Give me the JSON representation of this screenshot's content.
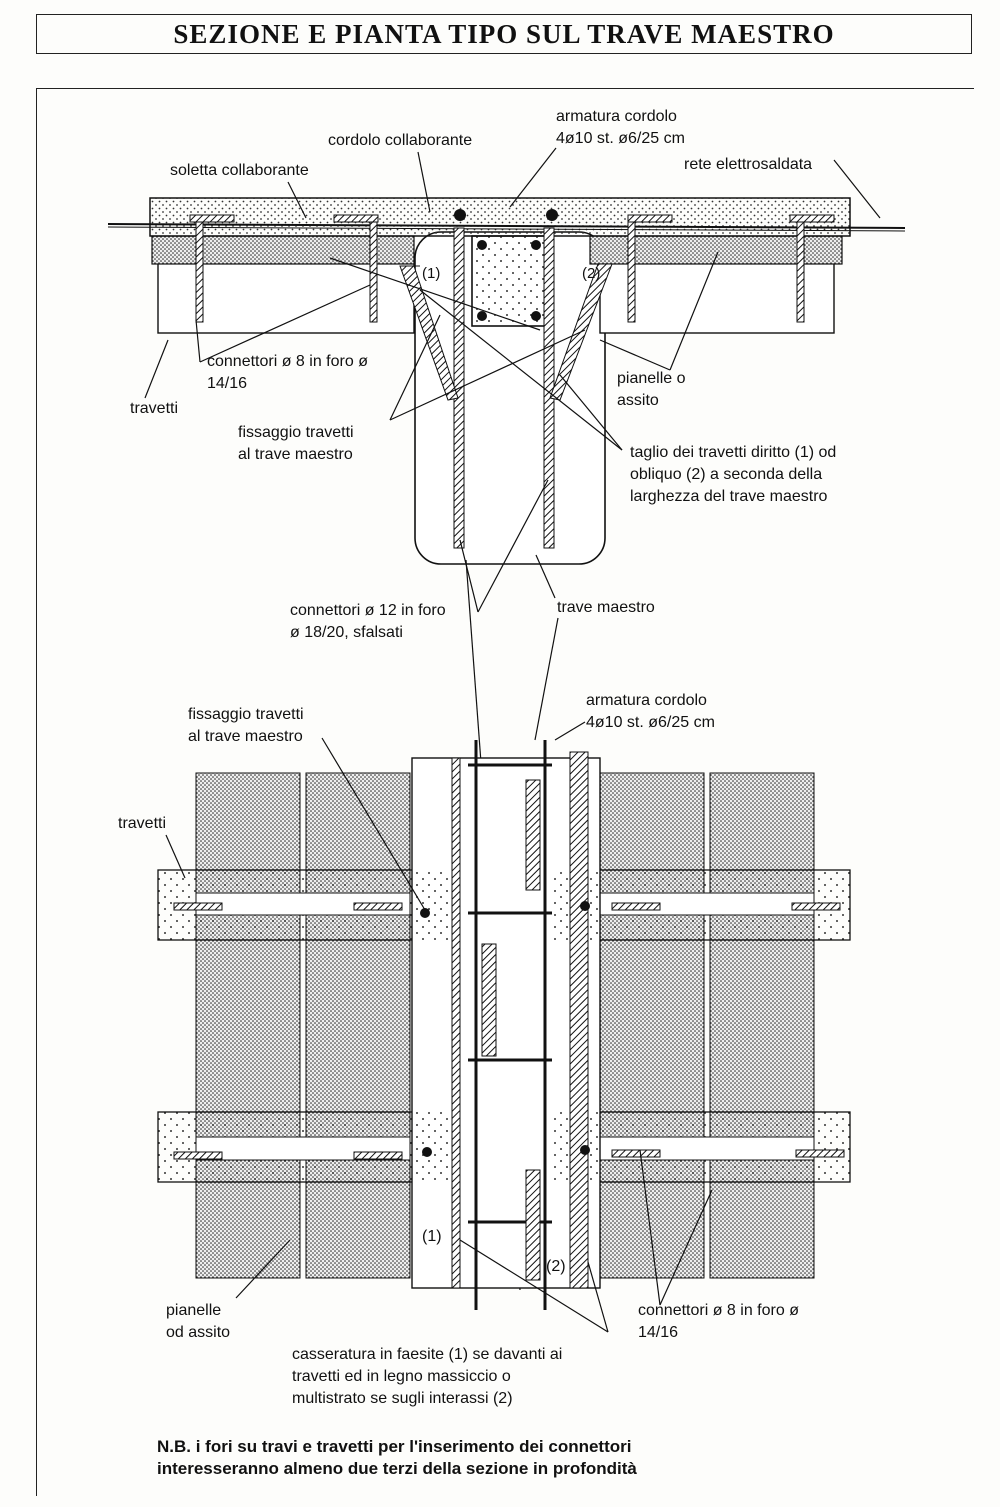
{
  "title": "SEZIONE E PIANTA TIPO SUL TRAVE MAESTRO",
  "section_labels": {
    "armatura_cordolo": "armatura cordolo\n4ø10 st. ø6/25 cm",
    "cordolo_collaborante": "cordolo collaborante",
    "rete_elettrosaldata": "rete elettrosaldata",
    "soletta_collaborante": "soletta collaborante",
    "connettori_8": "connettori ø 8 in foro ø\n14/16",
    "travetti": "travetti",
    "pianelle_assito": "pianelle o\nassito",
    "fissaggio": "fissaggio travetti\nal trave maestro",
    "taglio": "taglio dei travetti diritto (1) od\nobliquo (2) a seconda della\nlarghezza del trave maestro",
    "connettori_12": "connettori ø 12 in foro\nø 18/20, sfalsati",
    "trave_maestro": "trave maestro",
    "mark1": "(1)",
    "mark2": "(2)"
  },
  "plan_labels": {
    "armatura_cordolo": "armatura cordolo\n4ø10 st. ø6/25 cm",
    "fissaggio": "fissaggio travetti\nal trave maestro",
    "travetti": "travetti",
    "pianelle": "pianelle\nod assito",
    "connettori_8": "connettori ø 8 in foro ø\n14/16",
    "casseratura": "casseratura in faesite (1) se davanti ai\ntravetti ed in legno massiccio o\nmultistrato se sugli interassi (2)",
    "mark1": "(1)",
    "mark2": "(2)"
  },
  "note": "N.B. i fori su travi e travetti per l'inserimento dei connettori\ninteresseranno almeno due terzi della sezione in profondità"
}
